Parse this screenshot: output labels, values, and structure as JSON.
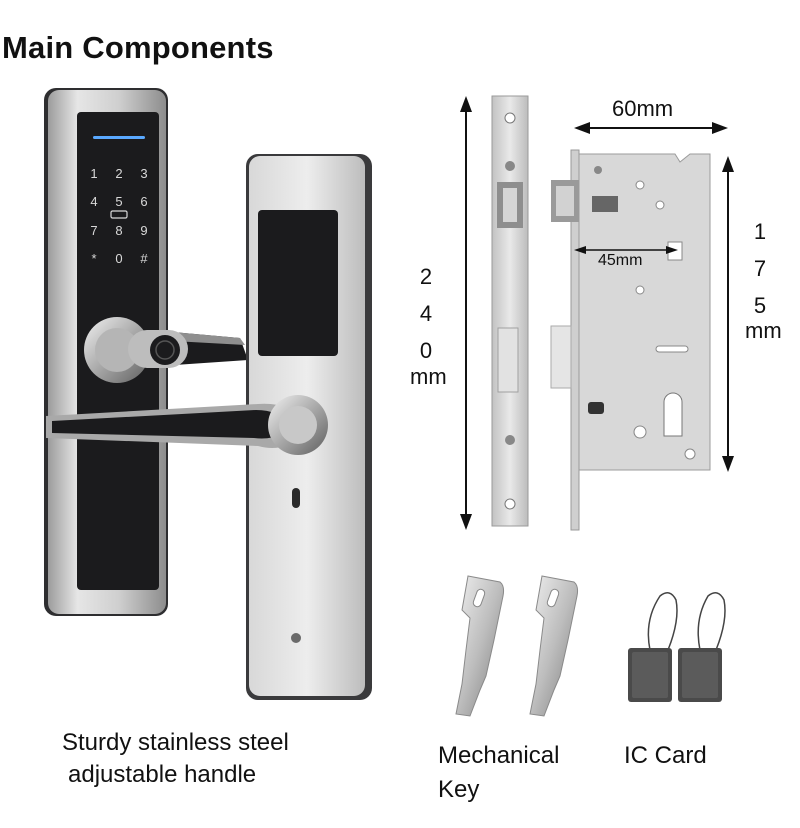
{
  "title": "Main Components",
  "captions": {
    "handle_line1": "Sturdy stainless steel",
    "handle_line2": "adjustable handle",
    "key_line1": "Mechanical",
    "key_line2": "Key",
    "card": "IC Card"
  },
  "dimensions": {
    "width": "60mm",
    "backset": "45mm",
    "faceplate_height_digits": [
      "2",
      "4",
      "0"
    ],
    "faceplate_height_unit": "mm",
    "case_height_digits": [
      "1",
      "7",
      "5"
    ],
    "case_height_unit": "mm"
  },
  "keypad": {
    "keys": [
      "1",
      "2",
      "3",
      "4",
      "5",
      "6",
      "7",
      "8",
      "9",
      "*",
      "0",
      "#"
    ]
  },
  "colors": {
    "steel": "#c9c9c9",
    "dark": "#1b1b1d",
    "keypad_light": "#5aa9ff"
  }
}
